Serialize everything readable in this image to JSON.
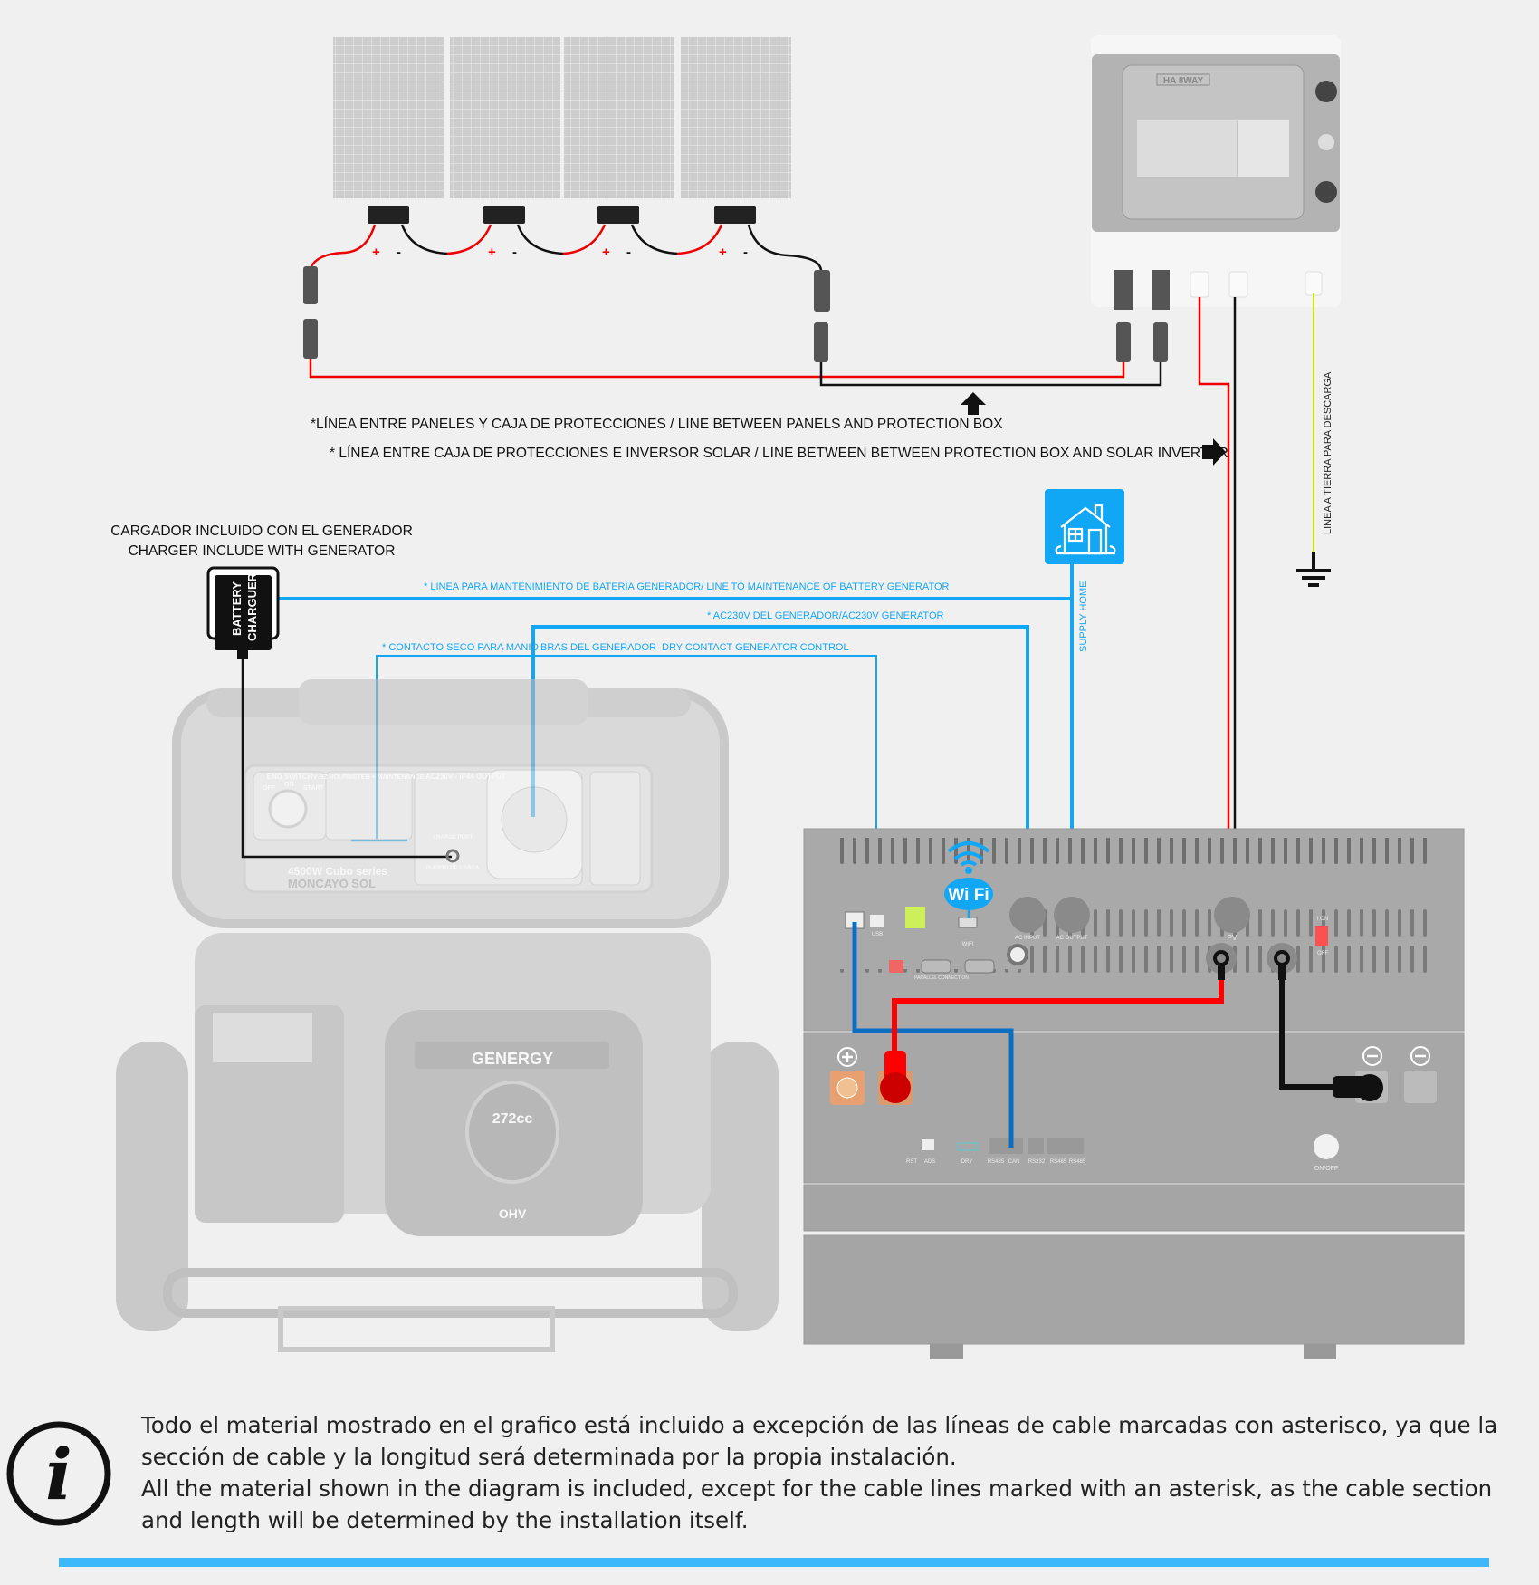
{
  "panels": {
    "count": 4,
    "plus": "+",
    "minus": "-"
  },
  "protection_box": {
    "label": "HA 8WAY"
  },
  "lines": {
    "panels_to_box": "*LÍNEA ENTRE PANELES Y CAJA DE PROTECCIONES / LINE BETWEEN  PANELS AND PROTECTION BOX",
    "box_to_inverter": "* LÍNEA ENTRE CAJA DE PROTECCIONES E INVERSOR SOLAR / LINE BETWEEN  BETWEEN PROTECTION BOX AND SOLAR INVERTER",
    "ground": "LINEA A TIERRA PARA DESCARGA",
    "maintenance": "* LINEA PARA MANTENIMIENTO DE BATERÍA GENERADOR/ LINE TO MAINTENANCE OF BATTERY GENERATOR",
    "ac230": "* AC230V DEL GENERADOR/AC230V GENERATOR",
    "dry_contact_es_a": "* CONTACTO SECO PARA MANIO",
    "dry_contact_es_b": "BRAS DEL GENERADOR",
    "dry_contact_en": "DRY CONTACT GENERATOR CONTROL",
    "supply_home": "SUPPLY HOME"
  },
  "charger": {
    "caption_es": "CARGADOR INCLUIDO CON EL GENERADOR",
    "caption_en": "CHARGER INCLUDE WITH GENERATOR",
    "label_1": "BATTERY",
    "label_2": "CHARGUER"
  },
  "generator": {
    "end_switch": "END SWITCH",
    "off": "OFF",
    "on": "ON",
    "start": "START",
    "meter": "V HZ HOURMETER + MAINTENANCE",
    "output": "AC230V - IP44  OUTPUT",
    "charge_port": "CHARGE PORT",
    "puerto": "PUERTO DE CARGA",
    "model": "4500W Cubo series",
    "model_name": "MONCAYO SOL",
    "brand": "GENERGY",
    "engine": "272cc",
    "ohv": "OHV"
  },
  "inverter": {
    "wifi_text": "Wi Fi",
    "wifi": "WIFI",
    "usb": "USB",
    "ac_input": "AC INPUT",
    "ac_output": "AC OUTPUT",
    "pv": "PV",
    "on": "I  ON",
    "off": "OFF",
    "parallel": "PARALLEL CONNECTION",
    "ports": [
      "RST",
      "ADS",
      "DRY",
      "RS485",
      "CAN",
      "RS232",
      "RS485",
      "RS485"
    ],
    "onoff": "ON/OFF"
  },
  "info": {
    "icon": "info-icon",
    "text_es": "Todo el material mostrado en el grafico está incluido a excepción de las líneas de cable marcadas con asterisco, ya que la sección de cable y la longitud será determinada por la propia instalación.",
    "text_en": "All the material shown in the diagram is included, except for the cable lines marked with an asterisk, as the cable section and length will be determined by the installation itself."
  },
  "colors": {
    "blue": "#12a7f5",
    "dark_blue": "#0a6fc2",
    "red": "#ff0000",
    "ground": "#c8e600",
    "accent_bar": "#3db8fa"
  }
}
